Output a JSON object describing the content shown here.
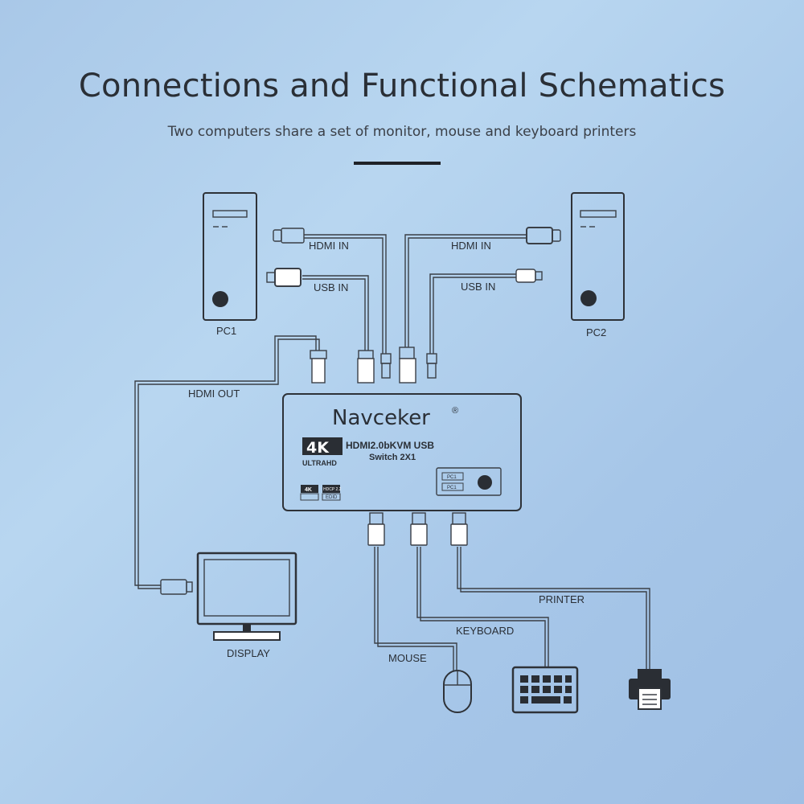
{
  "header": {
    "title": "Connections and Functional Schematics",
    "subtitle": "Two computers share a set of monitor, mouse and keyboard printers"
  },
  "labels": {
    "pc1": "PC1",
    "pc2": "PC2",
    "hdmi_in_left": "HDMI IN",
    "hdmi_in_right": "HDMI IN",
    "usb_in_left": "USB IN",
    "usb_in_right": "USB IN",
    "hdmi_out": "HDMI OUT",
    "display": "DISPLAY",
    "mouse": "MOUSE",
    "keyboard": "KEYBOARD",
    "printer": "PRINTER"
  },
  "device": {
    "brand": "Navceker",
    "reg_mark": "®",
    "badge_4k": "4K",
    "badge_ultrahd": "ULTRAHD",
    "model_line1": "HDMI2.0bKVM USB",
    "model_line2": "Switch 2X1",
    "btn_label_1": "PC1",
    "btn_label_2": "PC1",
    "icon_4k_small": "4K",
    "icon_hdcp": "HDCP 2.2",
    "icon_edid": "EDID"
  },
  "colors": {
    "line": "#3a3f46",
    "outline": "#2e3238"
  }
}
